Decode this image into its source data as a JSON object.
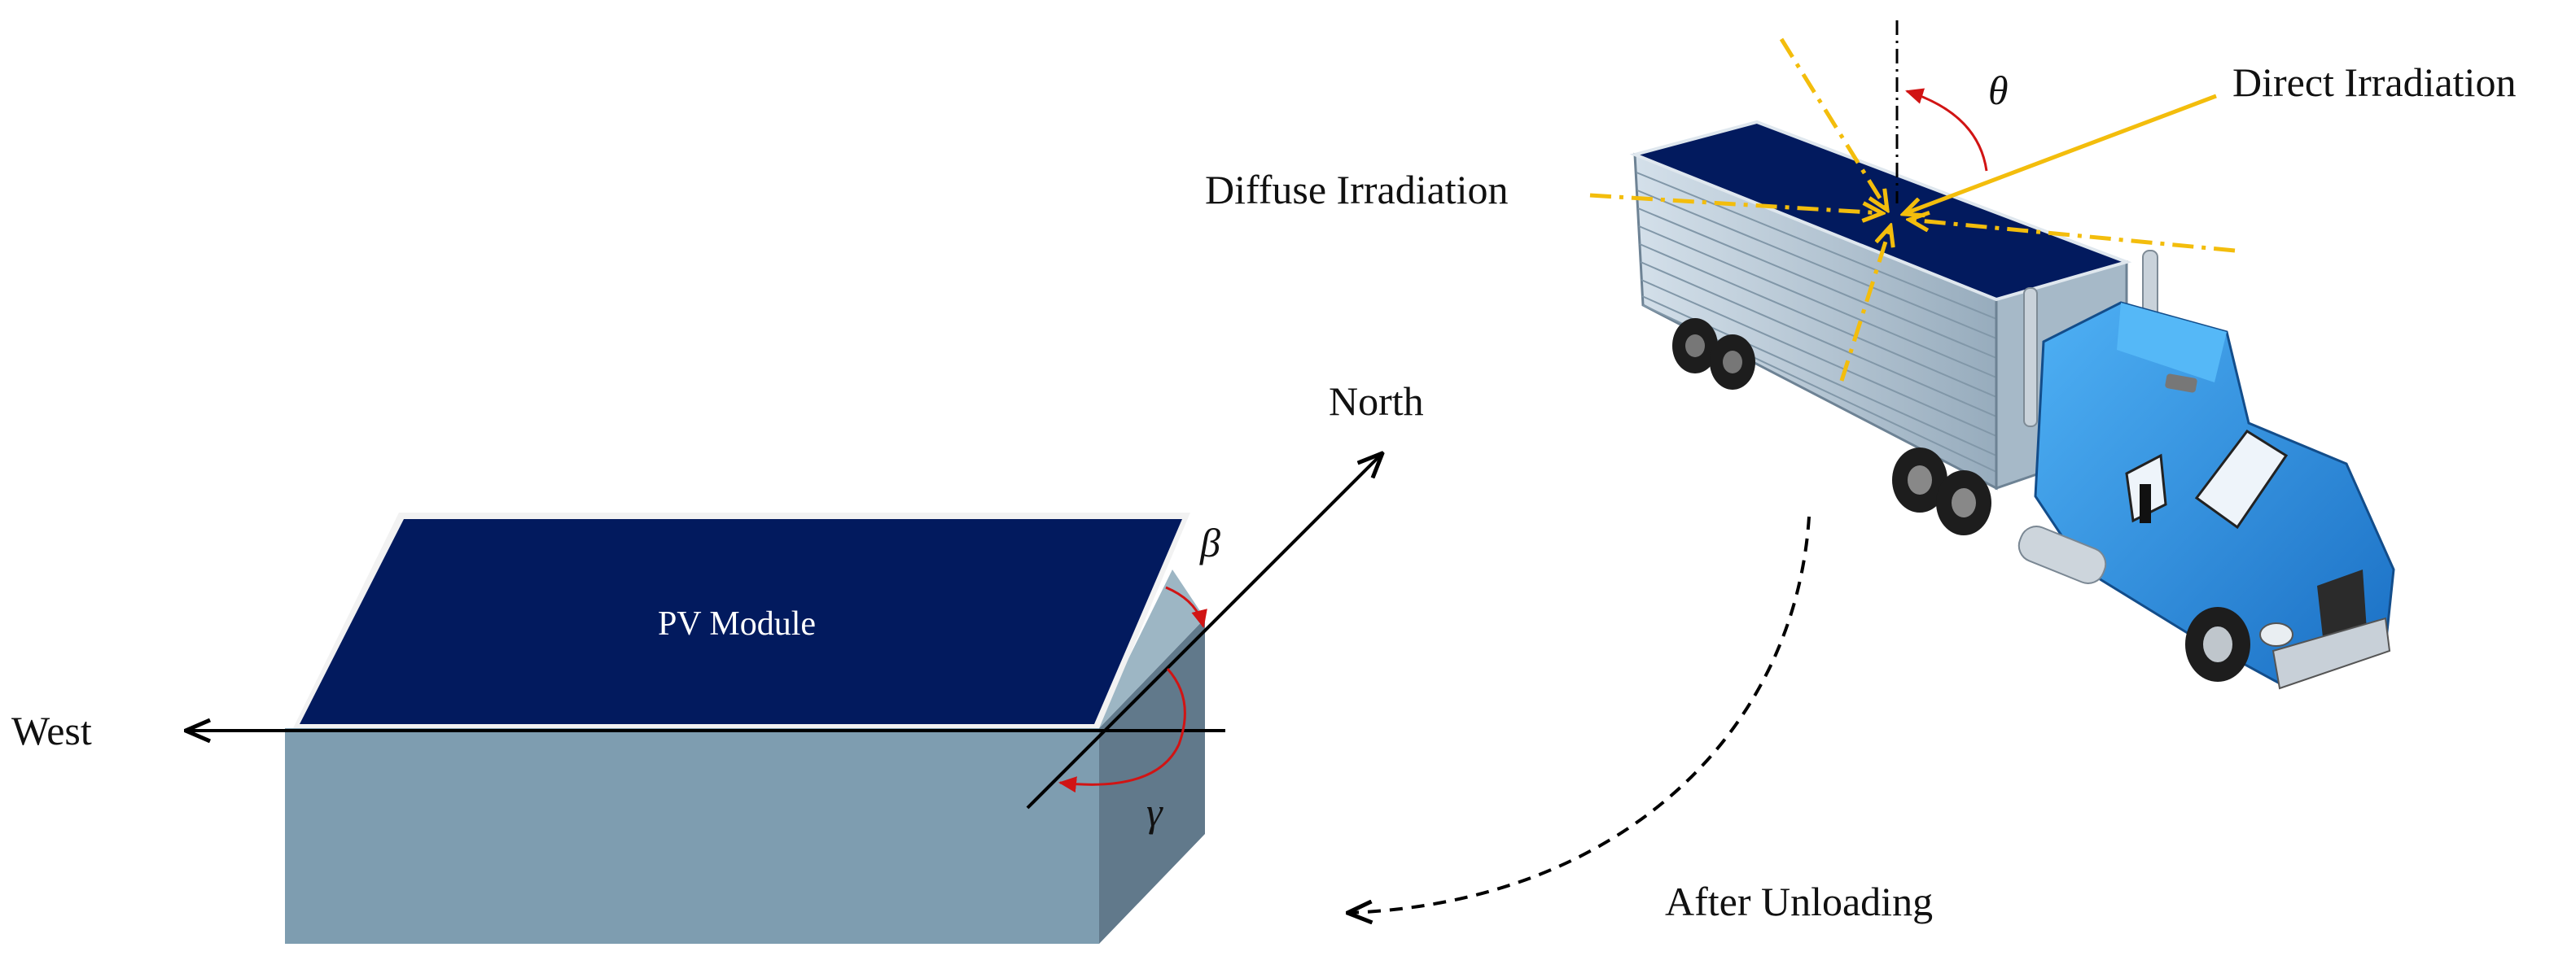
{
  "labels": {
    "west": "West",
    "north": "North",
    "pv_module": "PV Module",
    "beta": "β",
    "gamma": "γ",
    "theta": "θ",
    "direct_irradiation": "Direct Irradiation",
    "diffuse_irradiation": "Diffuse Irradiation",
    "after_unloading": "After Unloading"
  },
  "colors": {
    "panel": "#021a5e",
    "box_front": "#7e9db0",
    "box_side": "#61798b",
    "box_top": "#9db6c4",
    "axis": "#000000",
    "angle_arc": "#d11414",
    "irradiation": "#f3bd0c",
    "truck_cab": "#2d8fe0",
    "trailer": "#b8c8d6"
  }
}
